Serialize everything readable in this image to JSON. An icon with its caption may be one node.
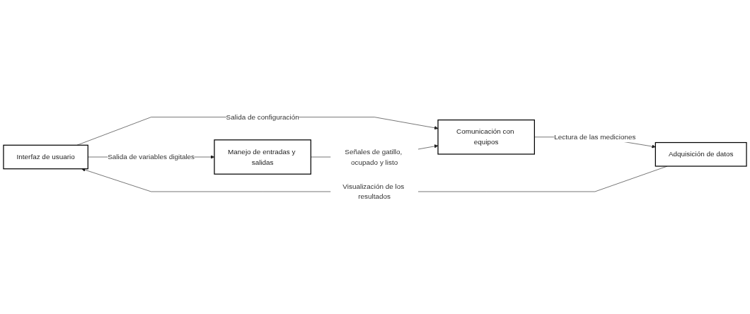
{
  "diagram": {
    "nodes": [
      {
        "text": [
          "Interfaz de usuario"
        ]
      },
      {
        "text": [
          "Comunicación con equipos"
        ]
      },
      {
        "text": [
          "Adquisición de datos"
        ]
      },
      {
        "text": [
          "Manejo de entradas y salidas"
        ]
      }
    ],
    "edges": [
      {
        "from": 0,
        "to": 1,
        "arrow": "to",
        "label": "Salida de configuración"
      },
      {
        "from": 1,
        "to": 2,
        "arrow": "to",
        "label": "Lectura de las mediciones"
      },
      {
        "from": 2,
        "to": 0,
        "arrow": "to",
        "label": "Visualización de los resultados"
      },
      {
        "from": 0,
        "to": 3,
        "arrow": "to",
        "label": "Salida de variables digitales"
      },
      {
        "from": 3,
        "to": 1,
        "arrow": "to",
        "label": "Señales de gatillo, ocupado y listo"
      }
    ]
  }
}
